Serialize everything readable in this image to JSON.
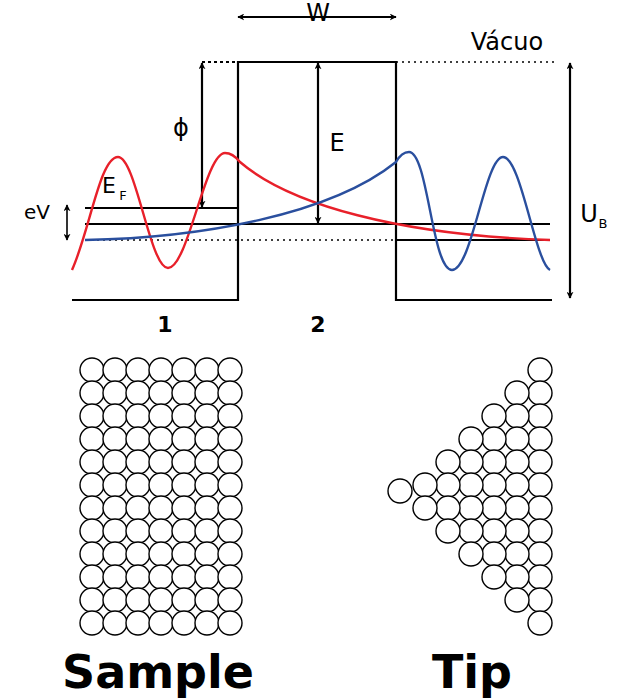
{
  "diagram": {
    "labels": [
      "W",
      "Vácuo",
      "ϕ",
      "E",
      "E",
      "F",
      "U",
      "B",
      "eV",
      "1",
      "2",
      "Sample",
      "Tip"
    ]
  }
}
